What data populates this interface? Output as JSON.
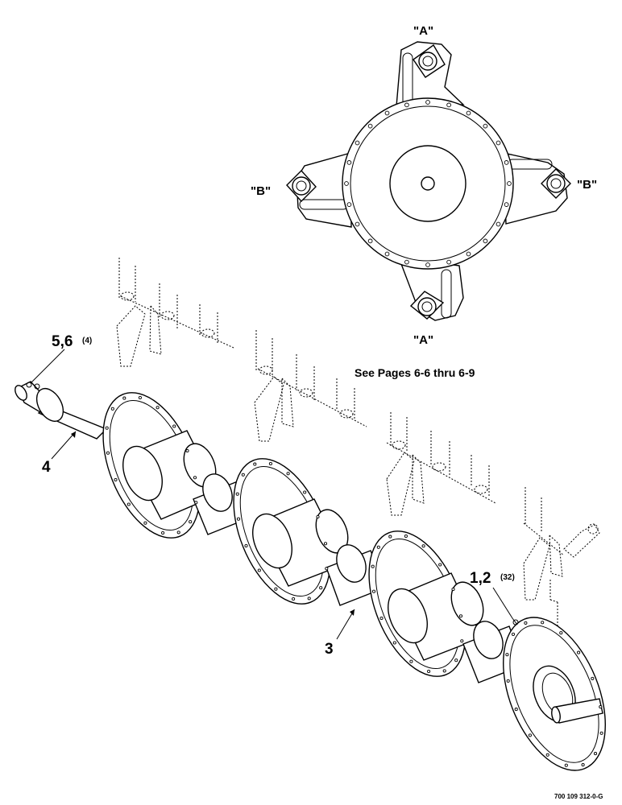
{
  "callouts": {
    "c12": "1,2",
    "c12_qty": "(32)",
    "c3": "3",
    "c4": "4",
    "c56": "5,6",
    "c56_qty": "(4)"
  },
  "view_labels": {
    "top": "\"A\"",
    "bottom": "\"A\"",
    "left": "\"B\"",
    "right": "\"B\""
  },
  "note": "See Pages 6-6 thru 6-9",
  "drawing_number": "700 109 312-0-G"
}
